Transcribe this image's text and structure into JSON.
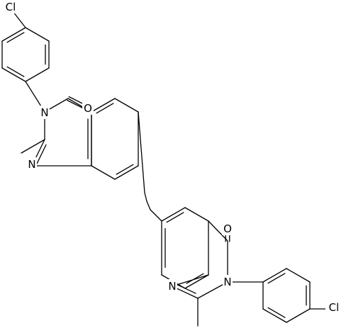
{
  "molecule": {
    "atom_labels": {
      "cl_top": "Cl",
      "o_top": "O",
      "n3_top": "N",
      "n1_top": "N",
      "o_bottom": "O",
      "n3_bottom": "N",
      "n1_bottom": "N",
      "cl_bottom": "Cl"
    }
  },
  "colors": {
    "bond": "#000000",
    "text": "#000000",
    "background": "#ffffff"
  }
}
